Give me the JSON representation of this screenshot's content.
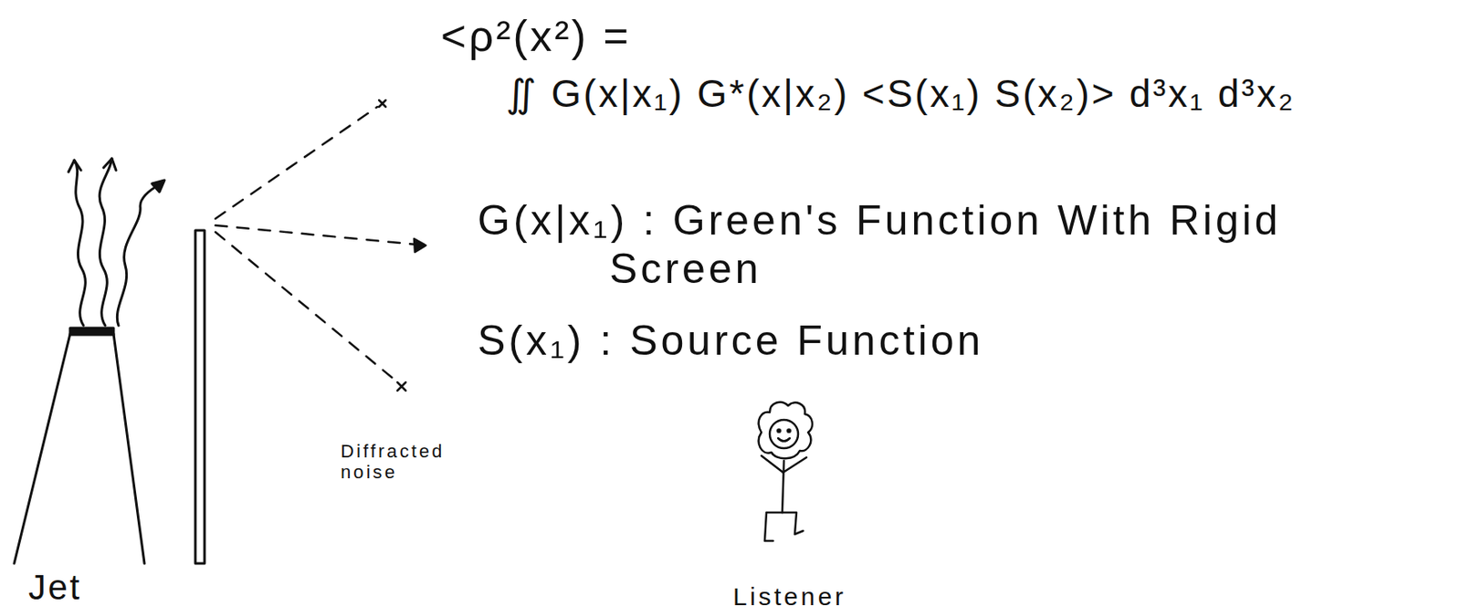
{
  "diagram": {
    "labels": [
      "<ρ²(x²) =",
      "∬ G(x|x₁) G*(x|x₂) <S(x₁) S(x₂)> d³x₁ d³x₂",
      "G(x|x₁) : Green's Function With Rigid Screen",
      "S(x₁) : Source Function",
      "Diffracted noise",
      "Jet",
      "Listener"
    ]
  }
}
